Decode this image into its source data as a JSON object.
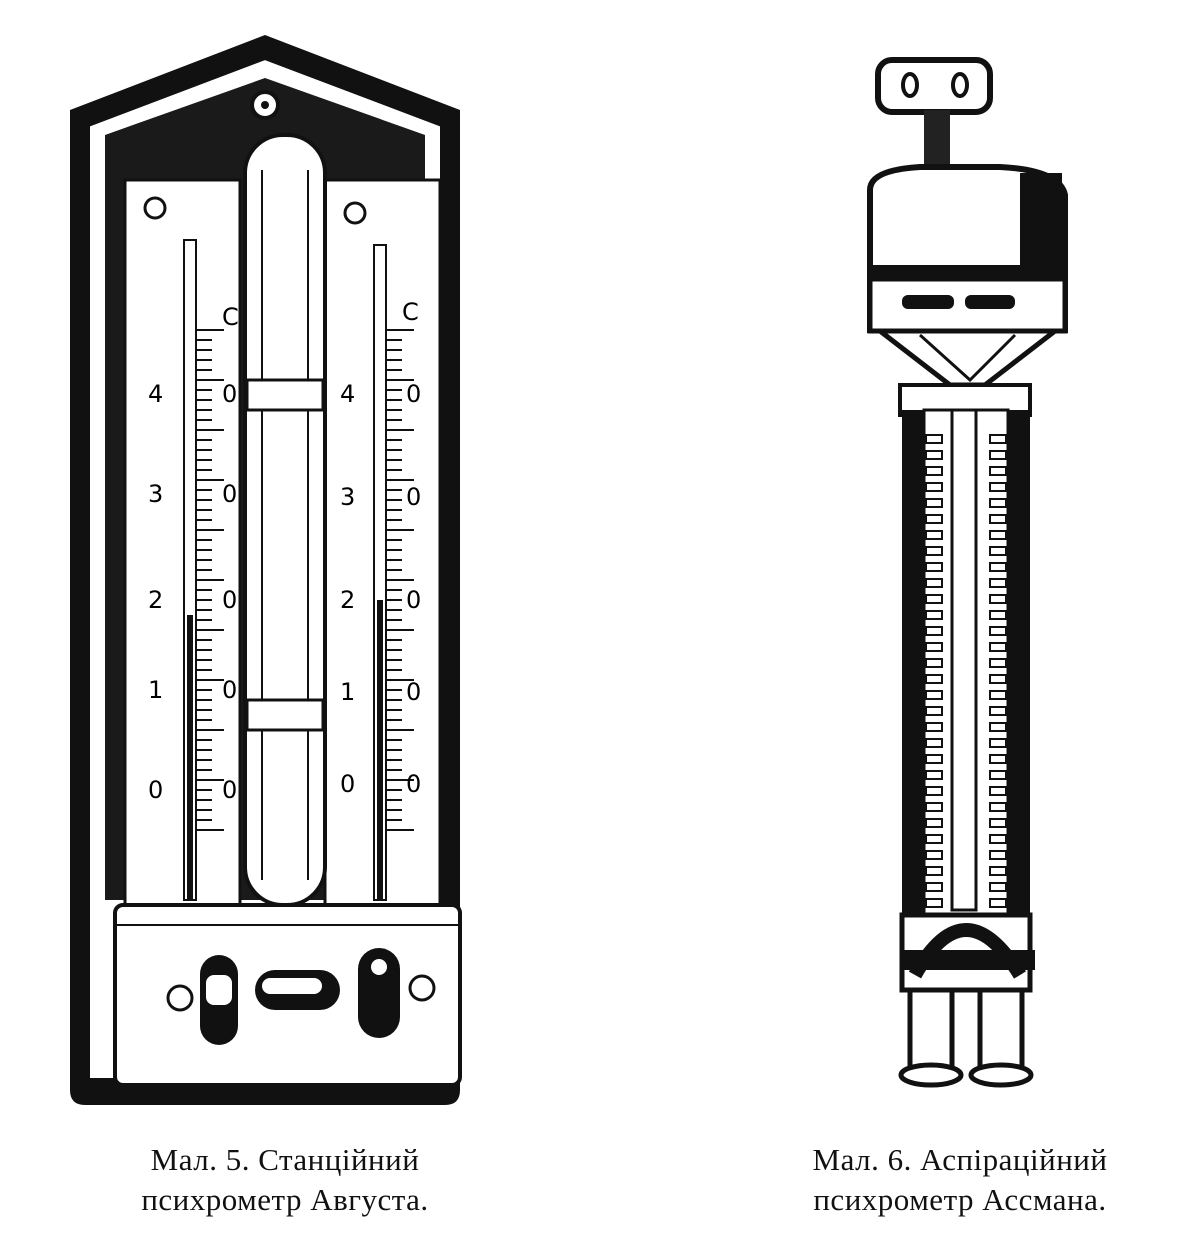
{
  "figures": [
    {
      "id": "fig5",
      "caption_line1": "Мал. 5. Станційний",
      "caption_line2": "психрометр Августа.",
      "unit_label": "C",
      "scale_labels": [
        "4",
        "0",
        "3",
        "0",
        "2",
        "0",
        "1",
        "0",
        "0",
        "0"
      ]
    },
    {
      "id": "fig6",
      "caption_line1": "Мал. 6. Аспіраційний",
      "caption_line2": "психрометр Ассмана."
    }
  ]
}
